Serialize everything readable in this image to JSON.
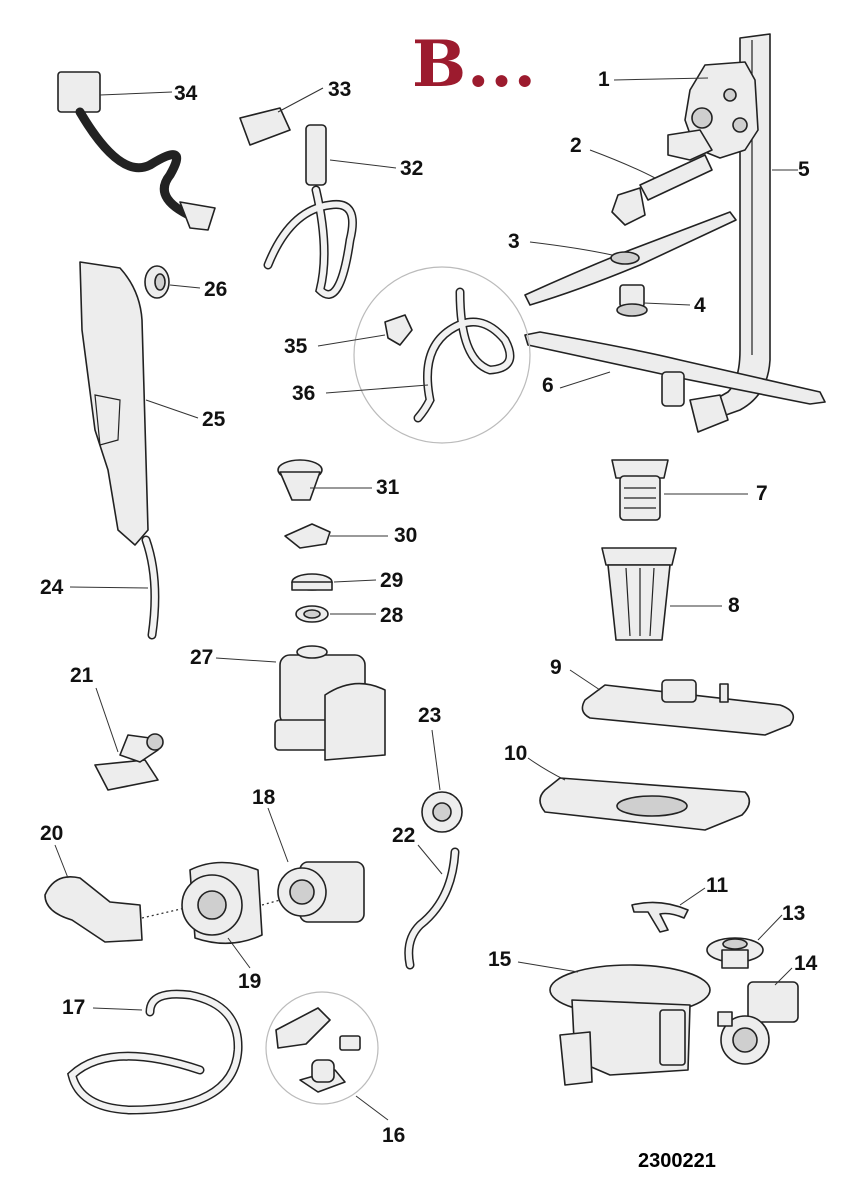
{
  "header": {
    "title": "B..."
  },
  "diagram_code": "2300221",
  "callouts": [
    "1",
    "2",
    "3",
    "4",
    "5",
    "6",
    "7",
    "8",
    "9",
    "10",
    "11",
    "13",
    "14",
    "15",
    "16",
    "17",
    "18",
    "19",
    "20",
    "21",
    "22",
    "23",
    "24",
    "25",
    "26",
    "27",
    "28",
    "29",
    "30",
    "31",
    "32",
    "33",
    "34",
    "35",
    "36"
  ]
}
